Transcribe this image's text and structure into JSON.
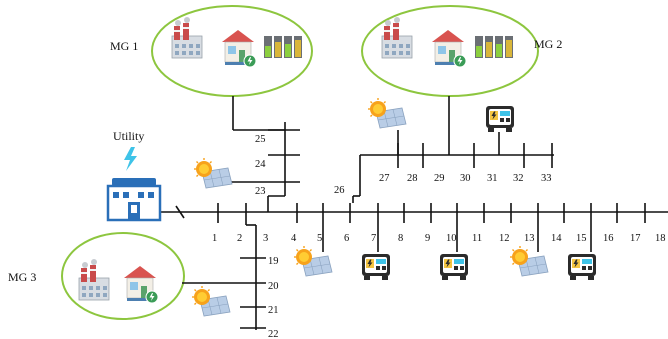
{
  "labels": {
    "utility": "Utility",
    "mg1": "MG 1",
    "mg2": "MG 2",
    "mg3": "MG 3"
  },
  "main_buses": [
    "1",
    "2",
    "3",
    "4",
    "5",
    "6",
    "7",
    "8",
    "9",
    "10",
    "11",
    "12",
    "13",
    "14",
    "15",
    "16",
    "17",
    "18"
  ],
  "upper_lateral_buses": [
    "23",
    "24",
    "25"
  ],
  "lower_lateral_buses": [
    "19",
    "20",
    "21",
    "22"
  ],
  "right_lateral_buses": [
    "26",
    "27",
    "28",
    "29",
    "30",
    "31",
    "32",
    "33"
  ],
  "colors": {
    "ring": "#8dc63f",
    "line": "#111111",
    "utility_blue": "#2a6fb8",
    "bolt": "#3ec3e8",
    "sun": "#f7a21b",
    "pv": "#b9cde6",
    "generator": "#2b2b2b"
  },
  "icons": [
    "factory-icon",
    "house-icon",
    "battery-icon",
    "solar-panel-icon",
    "diesel-generator-icon",
    "utility-building-icon",
    "lightning-icon",
    "breaker-switch-icon"
  ]
}
